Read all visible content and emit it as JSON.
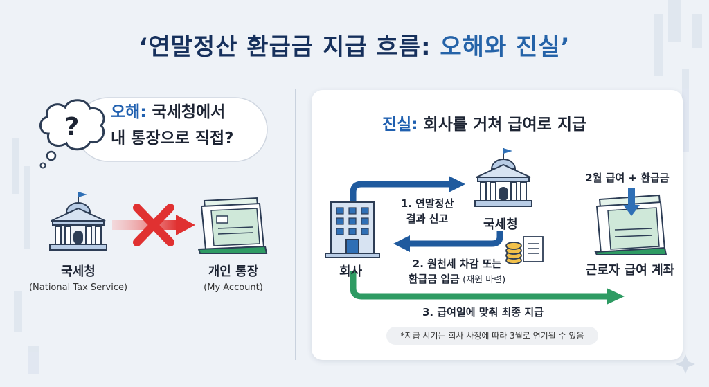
{
  "title": {
    "prefix": "‘연말정산 환급금 지급 흐름: ",
    "accent": "오해와 진실’"
  },
  "myth": {
    "label": "오해:",
    "line1": " 국세청에서",
    "line2": "내 통장으로 직접?",
    "icon": "question-mark-icon"
  },
  "left_nodes": {
    "tax_office": {
      "ko": "국세청",
      "en": "(National Tax Service)"
    },
    "account": {
      "ko": "개인 통장",
      "en": "(My Account)"
    }
  },
  "truth": {
    "label": "진실:",
    "text": " 회사를 거쳐 급여로 지급"
  },
  "steps": {
    "step1_line1": "1. 연말정산",
    "step1_line2": "결과 신고",
    "step2_line1": "2. 원천세 차감 또는",
    "step2_line2": "환급금 입금",
    "step2_sub": " (재원 마련)",
    "step3": "3. 급여일에 맞춰 최종 지급"
  },
  "right_nodes": {
    "company": "회사",
    "tax_office": "국세청",
    "worker_account": "근로자 급여 계좌",
    "pay_label": "2월 급여 + 환급금"
  },
  "note": "*지급 시기는 회사 사정에 따라 3월로 연기될 수 있음",
  "colors": {
    "title": "#16305c",
    "accent": "#2563a8",
    "arrow_blue": "#1f5a9e",
    "arrow_green": "#2e9b63",
    "cross_red": "#e03131"
  }
}
